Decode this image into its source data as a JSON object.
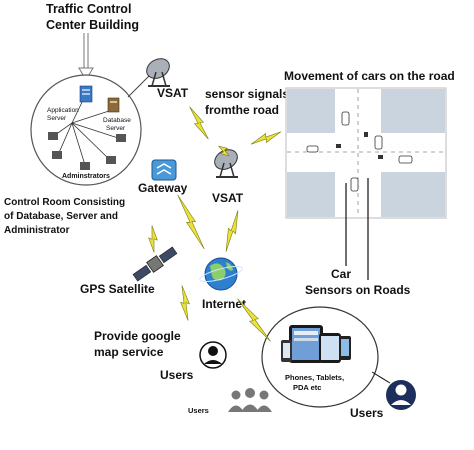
{
  "labels": {
    "building_line1": "Traffic Control",
    "building_line2": "Center Building",
    "app_server_line1": "Application",
    "app_server_line2": "Server",
    "db_server_line1": "Database",
    "db_server_line2": "Server",
    "administrators": "Adminstrators",
    "vsat_top": "VSAT",
    "sensor_signals_line1": "sensor signals",
    "sensor_signals_line2": "fromthe road",
    "movement": "Movement of cars on the road",
    "gateway": "Gateway",
    "vsat_mid": "VSAT",
    "control_room_line1": "Control Room Consisting",
    "control_room_line2": "of Database, Server and",
    "control_room_line3": "Administrator",
    "car": "Car",
    "sensors": "Sensors on Roads",
    "gps": "GPS Satellite",
    "internet": "Internet",
    "google_line1": "Provide google",
    "google_line2": "map service",
    "users_left": "Users",
    "users_small": "Users",
    "devices_line1": "Phones, Tablets,",
    "devices_line2": "PDA etc",
    "users_right": "Users"
  },
  "colors": {
    "bolt": "#e8e23a",
    "bolt_stroke": "#7d7a10",
    "road": "#ffffff",
    "block": "#c8d3de",
    "label": "#111111",
    "user_icon": "#1b2e5c"
  },
  "icons": [
    "satellite-dish-icon",
    "gateway-icon",
    "globe-icon",
    "gps-satellite-icon",
    "user-icon",
    "server-icon",
    "phone-icon",
    "tablet-icon",
    "car-icon"
  ]
}
